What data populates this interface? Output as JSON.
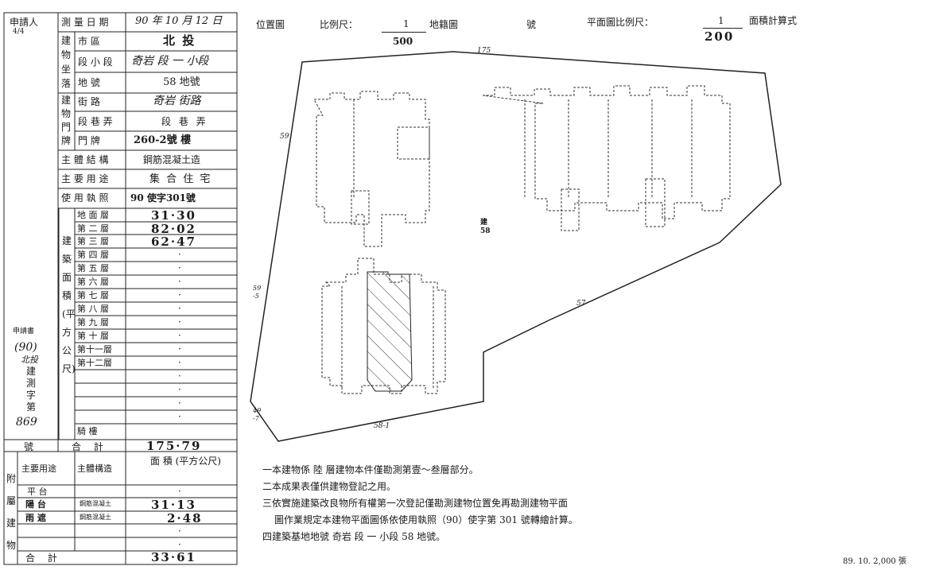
{
  "applicant": {
    "label": "申請人",
    "mark": "4/4"
  },
  "survey": {
    "date_label": "測 量 日 期",
    "date_value": "90 年 10 月 12 日",
    "location_group": "建物坐落",
    "door_group": "建物門牌",
    "district_label": "市 區",
    "district_value": "北 投",
    "section_label": "段 小 段",
    "section_value": "奇岩 段 一 小段",
    "lot_label": "地 號",
    "lot_value": "58 地號",
    "street_label": "街 路",
    "street_value": "奇岩 街路",
    "lane_label": "段 巷 弄",
    "lane_value": "段 巷 弄",
    "door_label": "門 牌",
    "door_value": "260-2號 樓"
  },
  "structure": {
    "main_structure_label": "主 體 結 構",
    "main_structure_value": "鋼筋混凝土造",
    "main_use_label": "主 要 用 途",
    "main_use_value": "集 合 住 宅",
    "license_label": "使 用 執 照",
    "license_value": "90 使字301號"
  },
  "floor_area": {
    "group_label": "建築面積(平方公尺)",
    "floors": [
      {
        "label": "地 面 層",
        "value": "31·30"
      },
      {
        "label": "第 二 層",
        "value": "82·02"
      },
      {
        "label": "第 三 層",
        "value": "62·47"
      },
      {
        "label": "第 四 層",
        "value": "·"
      },
      {
        "label": "第 五 層",
        "value": "·"
      },
      {
        "label": "第 六 層",
        "value": "·"
      },
      {
        "label": "第 七 層",
        "value": "·"
      },
      {
        "label": "第 八 層",
        "value": "·"
      },
      {
        "label": "第 九 層",
        "value": "·"
      },
      {
        "label": "第 十 層",
        "value": "·"
      },
      {
        "label": "第十一層",
        "value": "·"
      },
      {
        "label": "第十二層",
        "value": "·"
      },
      {
        "label": "",
        "value": "·"
      },
      {
        "label": "",
        "value": "·"
      },
      {
        "label": "",
        "value": "·"
      },
      {
        "label": "騎 樓",
        "value": "·"
      }
    ],
    "total_label": "合 計",
    "total_value": "175·79"
  },
  "receipt": {
    "label": "申請書",
    "year": "(90)",
    "district": "北投",
    "word": "建測字第",
    "number": "869",
    "suffix": "號"
  },
  "attached": {
    "group_label": "附屬建物",
    "col_use": "主要用途",
    "col_structure": "主體構造",
    "col_area": "面 積 (平方公尺)",
    "rows": [
      {
        "use": "平 台",
        "structure": "",
        "area": "·"
      },
      {
        "use": "陽 台",
        "structure": "鋼筋混凝土",
        "area": "31·13"
      },
      {
        "use": "雨 遮",
        "structure": "鋼筋混凝土",
        "area": "2·48"
      },
      {
        "use": "",
        "structure": "",
        "area": "·"
      },
      {
        "use": "",
        "structure": "",
        "area": "·"
      }
    ],
    "total_label": "合 計",
    "total_value": "33·61"
  },
  "plan_header": {
    "position_label": "位置圖",
    "scale_label": "比例尺：",
    "scale_num": "1",
    "scale_den": "500",
    "cadastral_label": "地籍圖",
    "number_label": "號",
    "plan_scale_label": "平面圖比例尺：",
    "plan_scale_num": "1",
    "plan_scale_den": "200",
    "area_calc_label": "面積計算式"
  },
  "map_labels": {
    "top": "175",
    "left_upper": "59",
    "center": "建 58",
    "mid_right": "57",
    "left_mid": "59 -5",
    "left_low": "49 -7",
    "bottom": "58-1"
  },
  "notes": [
    "一本建物係 陸 層建物本件僅勘測第壹～叁層部分。",
    "二本成果表僅供建物登記之用。",
    "三依實施建築改良物所有權第一次登記僅勘測建物位置免再勘測建物平面",
    "圖作業規定本建物平面圖係依使用執照（90）使字第 301 號轉繪計算。",
    "四建築基地地號 奇岩 段 一 小段 58 地號。"
  ],
  "footer": {
    "print_info": "89. 10. 2,000 張"
  }
}
